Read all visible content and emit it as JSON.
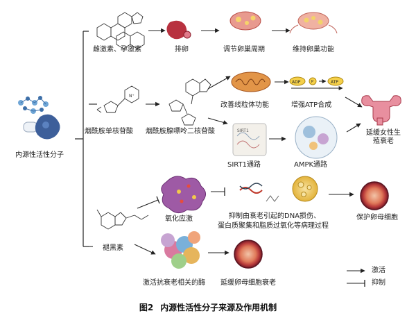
{
  "figure_number": "图2",
  "caption": "内源性活性分子来源及作用机制",
  "labels": {
    "source": "内源性活性分子",
    "estrogen": "雌激素、孕激素",
    "ovulation": "排卵",
    "regulate_cycle": "调节卵巢周期",
    "maintain_ovary": "维持卵巢功能",
    "nmn": "烟酰胺单核苷酸",
    "nad": "烟酰胺腺嘌呤二核苷酸",
    "mito": "改善线粒体功能",
    "atp": "增强ATP合成",
    "sirt1": "SIRT1通路",
    "ampk": "AMPK通路",
    "delay_aging": "延缓女性生殖衰老",
    "oxidative": "氧化应激",
    "inhibit_line1": "抑制由衰老引起的DNA损伤、",
    "inhibit_line2": "蛋白质聚集和脂质过氧化等病理过程",
    "protect": "保护卵母细胞",
    "melatonin": "褪黑素",
    "activate_enzyme": "激活抗衰老相关的酶",
    "delay_oocyte": "延缓卵母细胞衰老"
  },
  "legend": {
    "activate": "激活",
    "inhibit": "抑制"
  },
  "colors": {
    "arrow": "#222222",
    "ovary_red": "#c0304a",
    "molecule_blue": "#3d6fa8",
    "oocyte_ring": "#7a1c2a",
    "mito_orange": "#d77a2e",
    "ros_purple": "#8e4d92"
  }
}
